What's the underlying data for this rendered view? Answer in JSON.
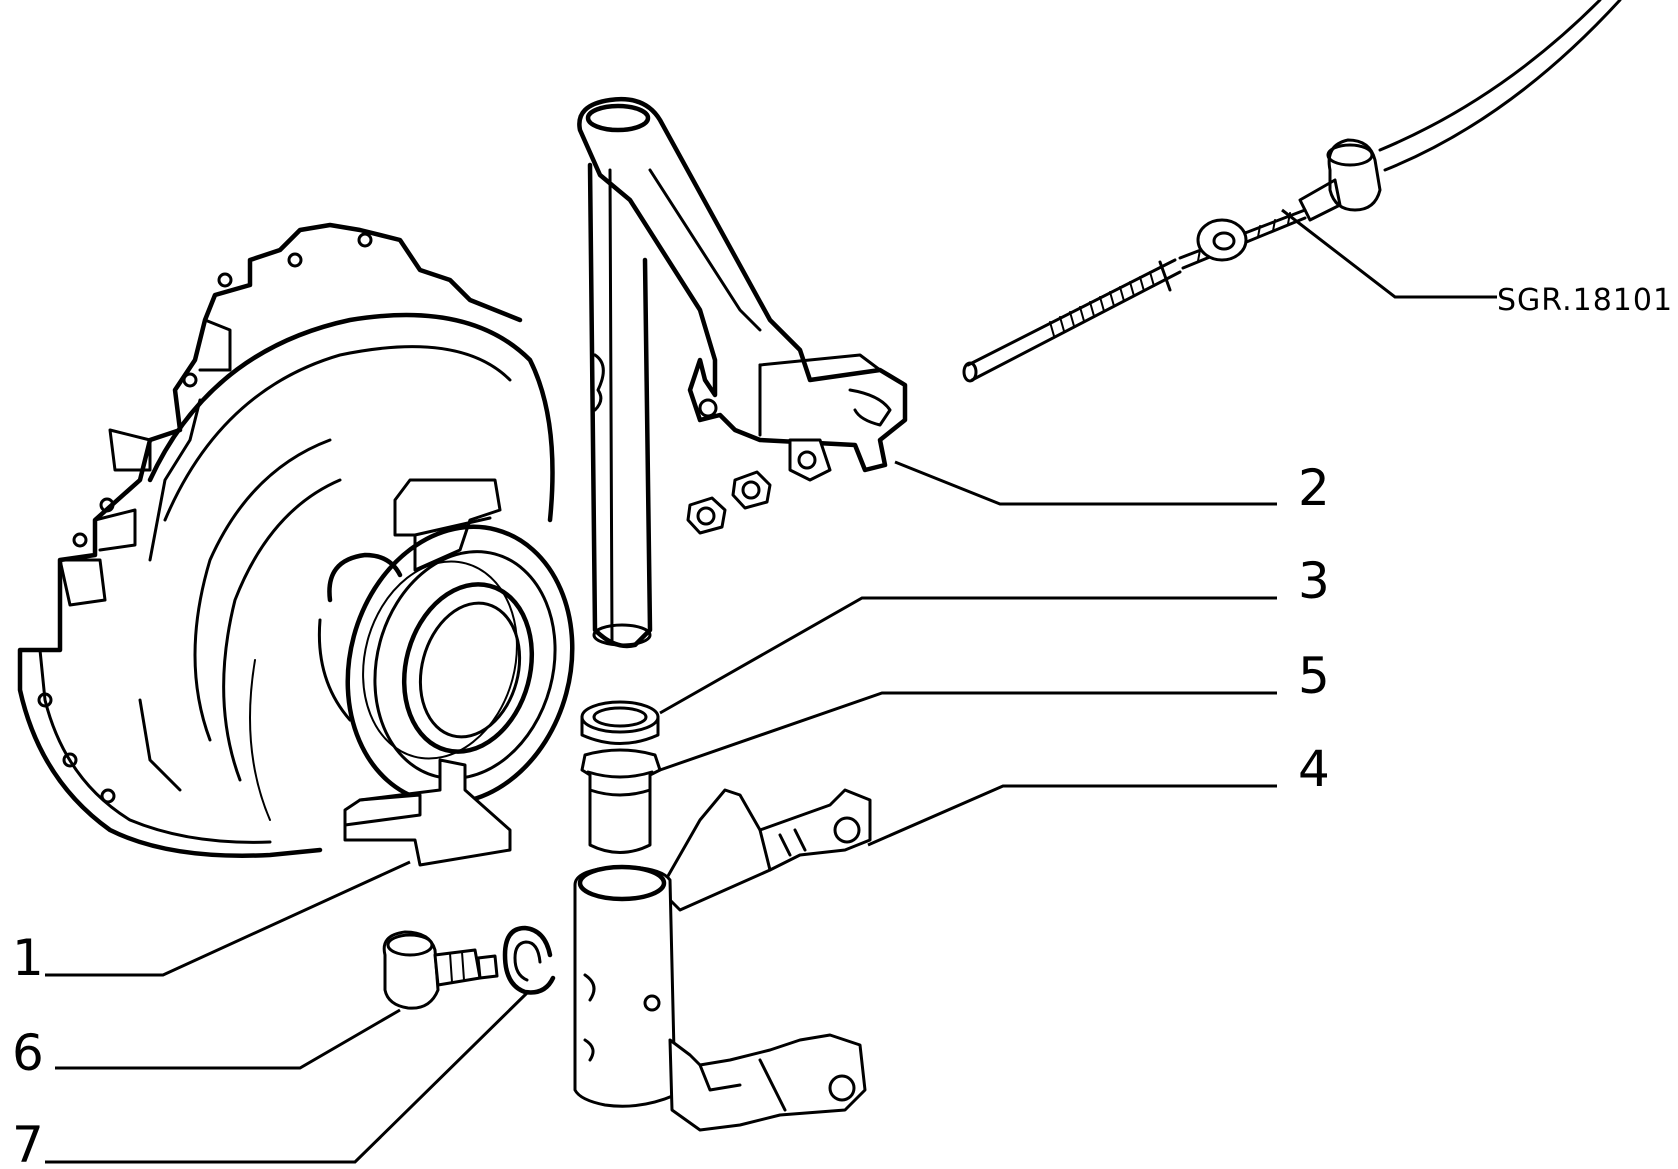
{
  "reference_code": "SGR.18101",
  "callouts": [
    {
      "id": "1",
      "label": "1"
    },
    {
      "id": "2",
      "label": "2"
    },
    {
      "id": "3",
      "label": "3"
    },
    {
      "id": "4",
      "label": "4"
    },
    {
      "id": "5",
      "label": "5"
    },
    {
      "id": "6",
      "label": "6"
    },
    {
      "id": "7",
      "label": "7"
    }
  ]
}
